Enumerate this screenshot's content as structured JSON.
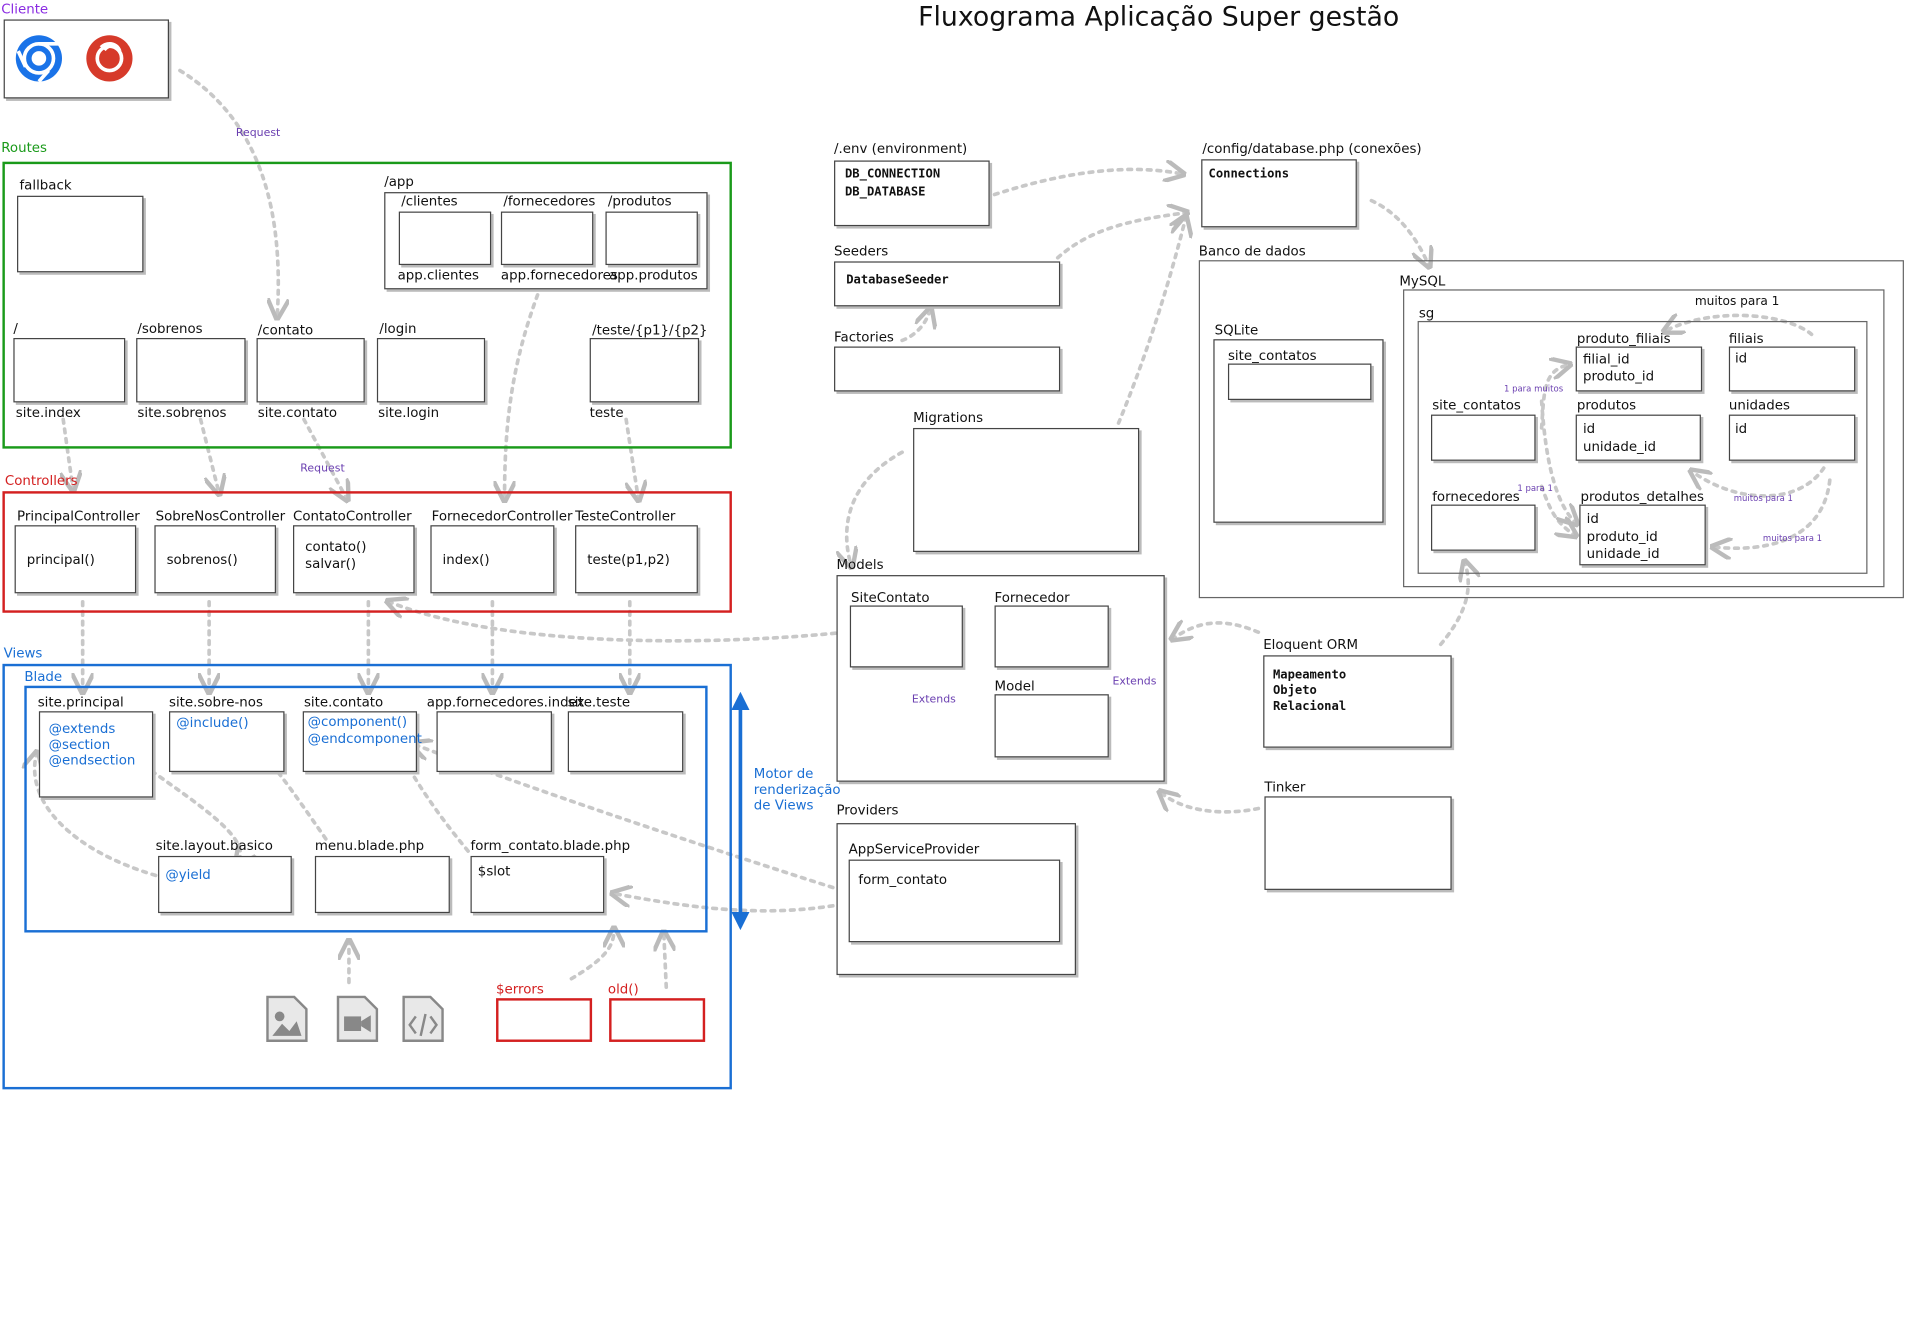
{
  "title": "Fluxograma Aplicação Super gestão",
  "sections": {
    "cliente": "Cliente",
    "routes": "Routes",
    "controllers": "Controllers",
    "views": "Views",
    "blade": "Blade",
    "env": "/.env (environment)",
    "config": "/config/database.php (conexões)",
    "seeders": "Seeders",
    "factories": "Factories",
    "migrations": "Migrations",
    "models": "Models",
    "providers": "Providers",
    "banco": "Banco de dados",
    "mysql": "MySQL",
    "sqlite": "SQLite",
    "eloquent": "Eloquent ORM",
    "tinker": "Tinker"
  },
  "arrow_labels": {
    "request1": "Request",
    "request2": "Request",
    "motor": [
      "Motor de",
      "renderização",
      "de Views"
    ],
    "extends1": "Extends",
    "extends2": "Extends",
    "um_para_muitos": "1 para muitos",
    "um_para_um": "1 para 1",
    "muitos_para_1_a": "muitos para 1",
    "muitos_para_1_b": "muitos para 1",
    "muitos_para_1_c": "muitos para 1"
  },
  "routes": {
    "fallback": "fallback",
    "app": "/app",
    "clientes": "/clientes",
    "fornecedores": "/fornecedores",
    "produtos": "/produtos",
    "app_clientes": "app.clientes",
    "app_fornecedores": "app.fornecedores",
    "app_produtos": "app.produtos",
    "root": "/",
    "sobrenos": "/sobrenos",
    "contato": "/contato",
    "login": "/login",
    "teste": "/teste/{p1}/{p2}",
    "site_index": "site.index",
    "site_sobrenos": "site.sobrenos",
    "site_contato": "site.contato",
    "site_login": "site.login",
    "teste_name": "teste"
  },
  "controllers": {
    "principal": "PrincipalController",
    "principal_m": "principal()",
    "sobrenos": "SobreNosController",
    "sobrenos_m": "sobrenos()",
    "contato": "ContatoController",
    "contato_m1": "contato()",
    "contato_m2": "salvar()",
    "fornecedor": "FornecedorController",
    "fornecedor_m": "index()",
    "teste": "TesteController",
    "teste_m": "teste(p1,p2)"
  },
  "views": {
    "principal": "site.principal",
    "principal_c1": "@extends",
    "principal_c2": "@section",
    "principal_c3": "@endsection",
    "sobrenos": "site.sobre-nos",
    "sobrenos_c": "@include()",
    "contato": "site.contato",
    "contato_c1": "@component()",
    "contato_c2": "@endcomponent",
    "fornecedores": "app.fornecedores.index",
    "teste": "site.teste",
    "layout": "site.layout.basico",
    "layout_c": "@yield",
    "menu": "menu.blade.php",
    "form": "form_contato.blade.php",
    "form_c": "$slot",
    "errors": "$errors",
    "old": "old()"
  },
  "env": {
    "line1": "DB_CONNECTION",
    "line2": "DB_DATABASE"
  },
  "config": {
    "connections": "Connections"
  },
  "seeders": {
    "database_seeder": "DatabaseSeeder"
  },
  "models": {
    "site_contato": "SiteContato",
    "fornecedor": "Fornecedor",
    "model": "Model"
  },
  "providers": {
    "app_service": "AppServiceProvider",
    "form_contato": "form_contato"
  },
  "eloquent": {
    "l1": "Mapeamento",
    "l2": "Objeto",
    "l3": "Relacional"
  },
  "db": {
    "sqlite_table": "site_contatos",
    "sg": "sg",
    "produto_filiais": "produto_filiais",
    "pf_c1": "filial_id",
    "pf_c2": "produto_id",
    "filiais": "filiais",
    "filiais_c1": "id",
    "site_contatos": "site_contatos",
    "produtos": "produtos",
    "produtos_c1": "id",
    "produtos_c2": "unidade_id",
    "unidades": "unidades",
    "unidades_c1": "id",
    "fornecedores": "fornecedores",
    "produtos_detalhes": "produtos_detalhes",
    "pd_c1": "id",
    "pd_c2": "produto_id",
    "pd_c3": "unidade_id"
  }
}
